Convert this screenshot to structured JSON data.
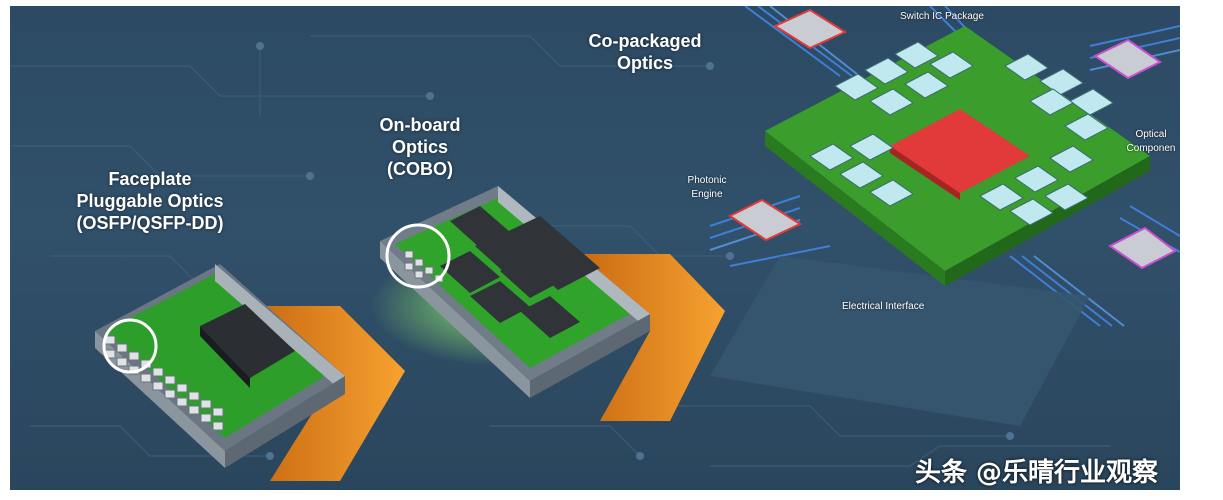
{
  "labels": {
    "faceplate": [
      "Faceplate",
      "Pluggable Optics",
      "(OSFP/QSFP-DD)"
    ],
    "onboard": [
      "On-board",
      "Optics",
      "(COBO)"
    ],
    "copackaged": [
      "Co-packaged",
      "Optics"
    ],
    "switch_ic": "Switch IC Package",
    "photonic": [
      "Photonic",
      "Engine"
    ],
    "optical": [
      "Optical",
      "Componen"
    ],
    "electrical": "Electrical Interface"
  },
  "watermark": "头条 @乐晴行业观察",
  "colors": {
    "background": "#2e4d66",
    "pcb_green": "#2fa32a",
    "chip_red": "#e23a3a",
    "arrow_orange": "#f08a1e",
    "module_gray": "#9aa3ab"
  }
}
